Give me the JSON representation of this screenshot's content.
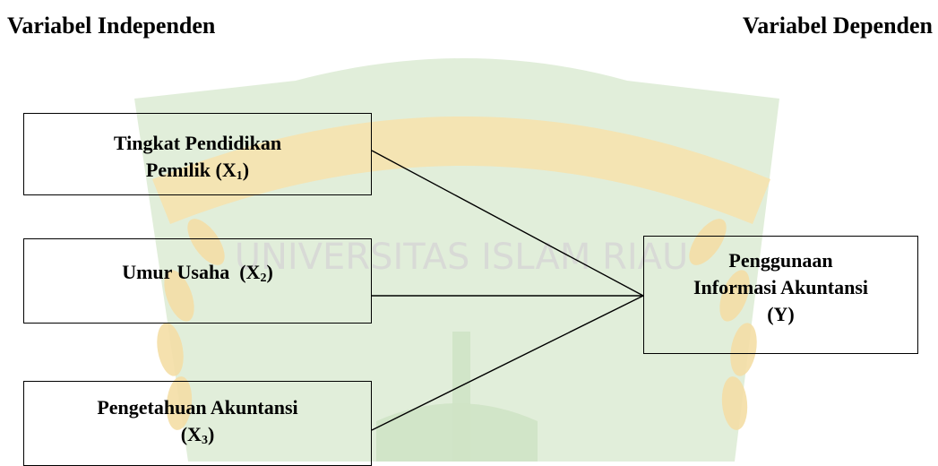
{
  "headings": {
    "independent": "Variabel Independen",
    "dependent": "Variabel Dependen"
  },
  "variables": {
    "x1": {
      "line1": "Tingkat Pendidikan",
      "line2_text": "Pemilik (X",
      "line2_sub": "1",
      "line2_end": ")"
    },
    "x2": {
      "text": "Umur Usaha  (X",
      "sub": "2",
      "end": ")"
    },
    "x3": {
      "line1": "Pengetahuan Akuntansi",
      "line2_text": "(X",
      "line2_sub": "3",
      "line2_end": ")"
    },
    "y": {
      "line1": "Penggunaan",
      "line2": "Informasi Akuntansi",
      "line3": "(Y)"
    }
  },
  "watermark": {
    "text": "UNIVERSITAS ISLAM RIAU",
    "colors": {
      "green": "#d8ead0",
      "gold": "#f7e3b0",
      "gold_dark": "#f1d38f"
    }
  }
}
